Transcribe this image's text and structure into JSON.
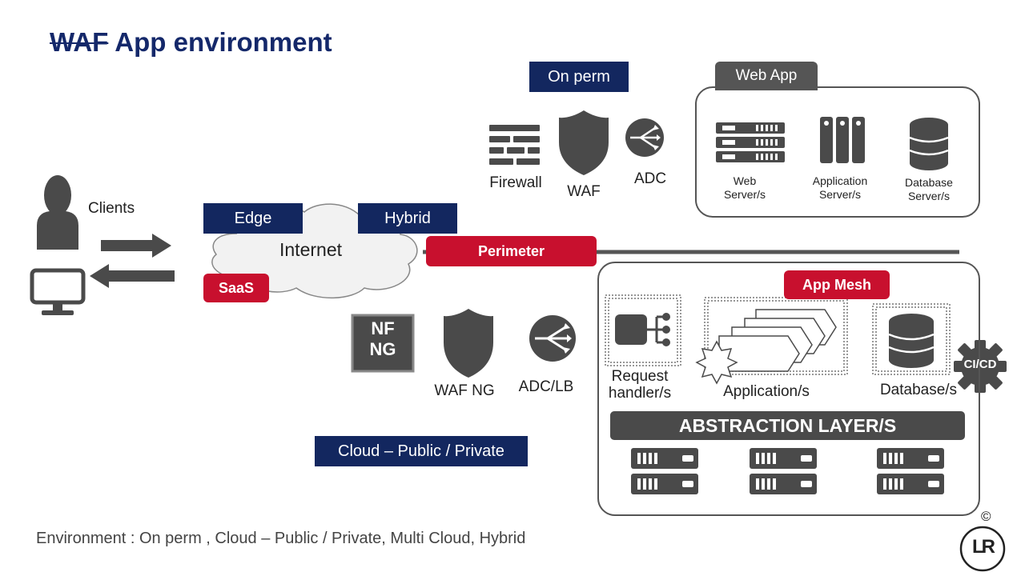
{
  "title": {
    "struck": "WAF",
    "rest": "App environment"
  },
  "labels": {
    "on_perm": "On perm",
    "web_app": "Web App",
    "clients": "Clients",
    "edge": "Edge",
    "hybrid": "Hybrid",
    "internet": "Internet",
    "saas": "SaaS",
    "perimeter": "Perimeter",
    "app_mesh": "App Mesh",
    "cloud": "Cloud – Public / Private",
    "abstraction": "ABSTRACTION LAYER/S",
    "nf_ng": {
      "line1": "NF",
      "line2": "NG"
    },
    "cicd": "CI/CD"
  },
  "on_perm_items": [
    {
      "label": "Firewall",
      "icon": "firewall-icon"
    },
    {
      "label": "WAF",
      "icon": "shield-icon"
    },
    {
      "label": "ADC",
      "icon": "adc-icon"
    }
  ],
  "web_app_items": [
    {
      "line1": "Web",
      "line2": "Server/s",
      "icon": "web-server-icon"
    },
    {
      "line1": "Application",
      "line2": "Server/s",
      "icon": "app-server-icon"
    },
    {
      "line1": "Database",
      "line2": "Server/s",
      "icon": "database-icon"
    }
  ],
  "cloud_items": [
    {
      "label": "WAF NG",
      "icon": "shield-icon"
    },
    {
      "label": "ADC/LB",
      "icon": "adc-icon"
    }
  ],
  "mesh_items": [
    {
      "line1": "Request",
      "line2": "handler/s",
      "icon": "request-handler-icon"
    },
    {
      "label": "Application/s",
      "icon": "application-icon"
    },
    {
      "label": "Database/s",
      "icon": "database-icon"
    }
  ],
  "footer": "Environment : On perm , Cloud – Public / Private, Multi Cloud, Hybrid",
  "copyright": "©",
  "logo": "LR",
  "colors": {
    "navy": "#13275f",
    "red": "#c8102e",
    "icon_gray": "#4a4a4a"
  }
}
